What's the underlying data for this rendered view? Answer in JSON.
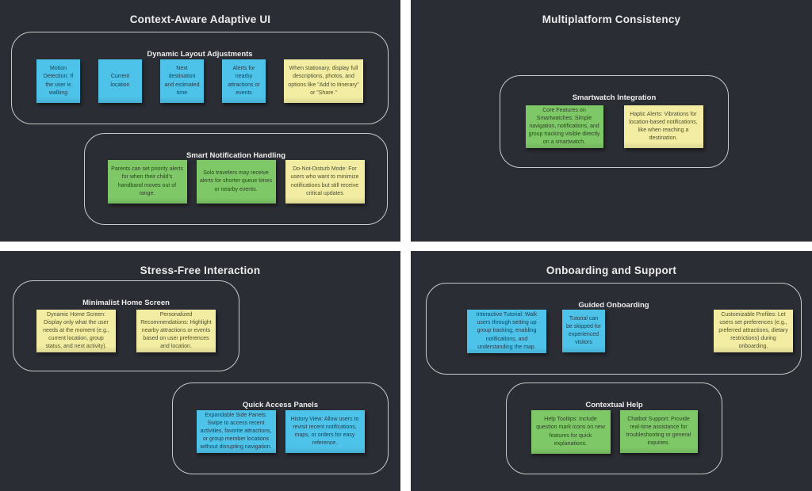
{
  "colors": {
    "canvas_background": "#ffffff",
    "quadrant_background": "#2b2d34",
    "frame_border": "#c9c9c9",
    "title_text": "#ececec",
    "note_blue": "#4ec3ea",
    "note_green": "#7fc868",
    "note_yellow": "#f2eda2"
  },
  "quadrants": [
    {
      "title": "Context-Aware Adaptive UI",
      "groups": [
        {
          "title": "Dynamic Layout Adjustments",
          "notes": [
            {
              "color": "blue",
              "text": "Motion Detection: If the user is walking"
            },
            {
              "color": "blue",
              "text": "Current location"
            },
            {
              "color": "blue",
              "text": "Next destination and estimated time"
            },
            {
              "color": "blue",
              "text": "Alerts for nearby attractions or events"
            },
            {
              "color": "yellow",
              "text": "When stationary, display full descriptions, photos, and options like \"Add to Itinerary\" or \"Share.\""
            }
          ]
        },
        {
          "title": "Smart Notification Handling",
          "notes": [
            {
              "color": "green",
              "text": "Parents can set priority alerts for when their child's handband moves out of range."
            },
            {
              "color": "green",
              "text": "Solo travelers may receive alerts for shorter queue times or nearby events."
            },
            {
              "color": "yellow",
              "text": "Do-Not-Disturb Mode: For users who want to minimize notifications but still receive critical updates"
            }
          ]
        }
      ]
    },
    {
      "title": "Multiplatform Consistency",
      "groups": [
        {
          "title": "Smartwatch Integration",
          "notes": [
            {
              "color": "green",
              "text": "Core Features on Smartwatches: Simple navigation, notifications, and group tracking visible directly on a smartwatch."
            },
            {
              "color": "yellow",
              "text": "Haptic Alerts: Vibrations for location-based notifications, like when reaching a destination."
            }
          ]
        }
      ]
    },
    {
      "title": "Stress-Free Interaction",
      "groups": [
        {
          "title": "Minimalist Home Screen",
          "notes": [
            {
              "color": "yellow",
              "text": "Dynamic Home Screen: Display only what the user needs at the moment (e.g., current location, group status, and next activity)."
            },
            {
              "color": "yellow",
              "text": "Personalized Recommendations: Highlight nearby attractions or events based on user preferences and location."
            }
          ]
        },
        {
          "title": "Quick Access Panels",
          "notes": [
            {
              "color": "blue",
              "text": "Expandable Side Panels: Swipe to access recent activities, favorite attractions, or group member locations without disrupting navigation."
            },
            {
              "color": "blue",
              "text": "History View: Allow users to revisit recent notifications, maps, or orders for easy reference."
            }
          ]
        }
      ]
    },
    {
      "title": "Onboarding and Support",
      "groups": [
        {
          "title": "Guided Onboarding",
          "notes": [
            {
              "color": "blue",
              "text": "Interactive Tutorial: Walk users through setting up group tracking, enabling notifications, and understanding the map."
            },
            {
              "color": "blue",
              "text": "Tutorial can be skipped for experienced visitors"
            },
            {
              "color": "yellow",
              "text": "Customizable Profiles: Let users set preferences (e.g., preferred attractions, dietary restrictions) during onboarding."
            }
          ]
        },
        {
          "title": "Contextual Help",
          "notes": [
            {
              "color": "green",
              "text": "Help Tooltips: Include question mark icons on new features for quick explanations."
            },
            {
              "color": "green",
              "text": "Chatbot Support: Provide real-time assistance for troubleshooting or general inquiries."
            }
          ]
        }
      ]
    }
  ]
}
